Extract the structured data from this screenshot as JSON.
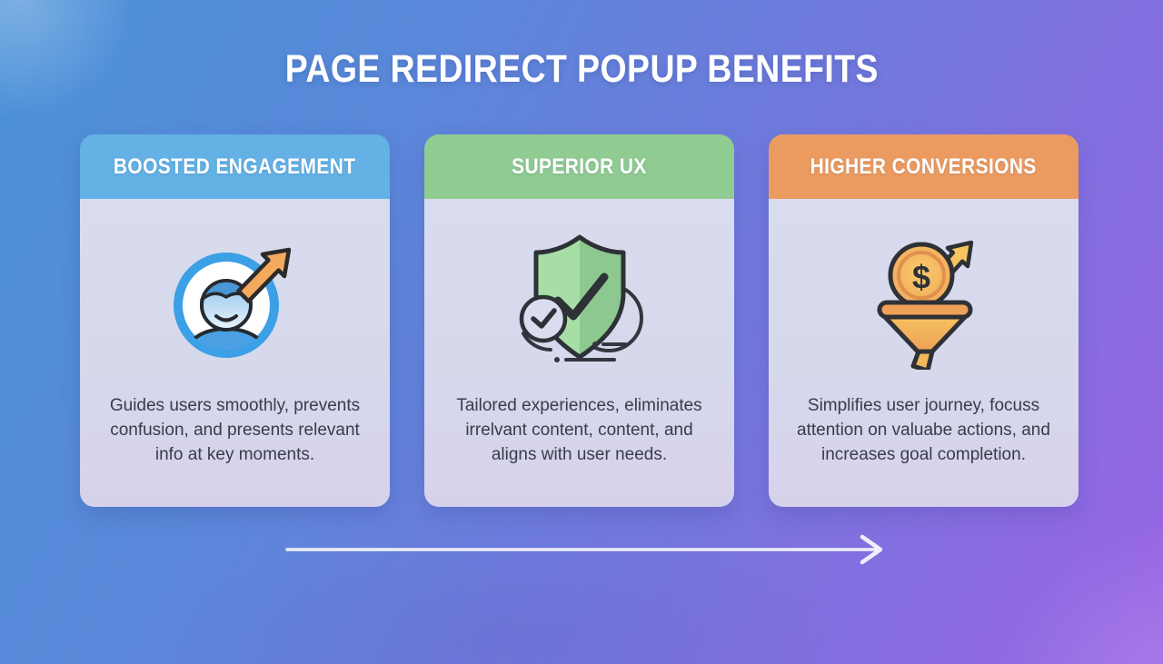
{
  "title": "PAGE REDIRECT POPUP BENEFITS",
  "cards": [
    {
      "header": "BOOSTED ENGAGEMENT",
      "header_color": "#63b1e5",
      "icon": "user-growth-arrow-icon",
      "description": "Guides users smoothly, prevents confusion, and presents relevant info at key moments."
    },
    {
      "header": "SUPERIOR UX",
      "header_color": "#90cb92",
      "icon": "shield-check-icon",
      "description": "Tailored experiences, eliminates irrelvant content, content, and aligns with user needs."
    },
    {
      "header": "HIGHER CONVERSIONS",
      "header_color": "#eb9b60",
      "icon": "funnel-dollar-arrow-icon",
      "description": "Simplifies user journey, focuss attention on valuabe actions, and increases goal completion."
    }
  ],
  "flow_arrow": {
    "direction": "right",
    "color": "#f4f5fc"
  },
  "colors": {
    "background_gradient_start": "#4a92d8",
    "background_gradient_end": "#9a64e4",
    "card_body": "#d7d9ec",
    "body_text": "#383d49",
    "title_text": "#ffffff"
  }
}
